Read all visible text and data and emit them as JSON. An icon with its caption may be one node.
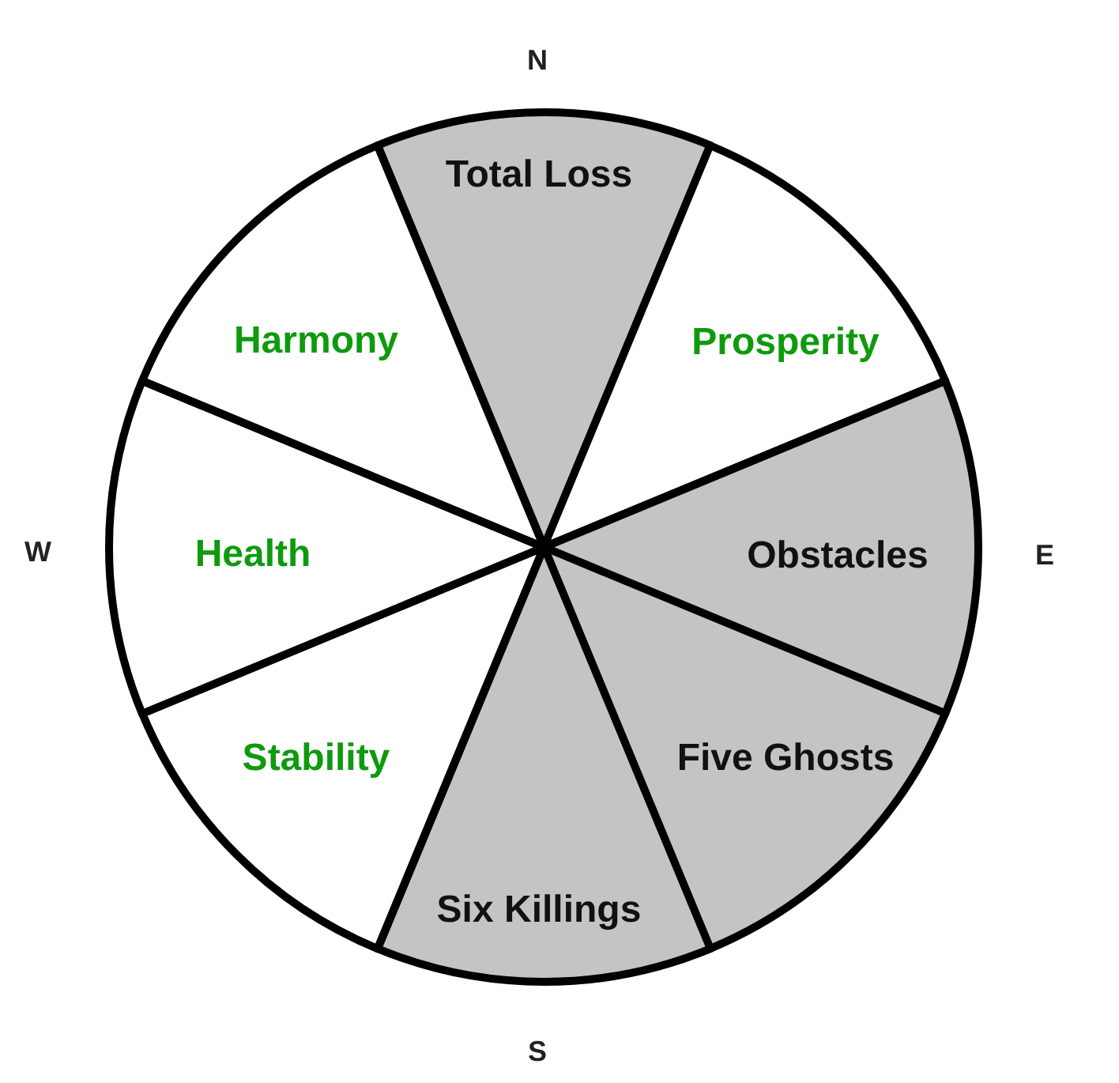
{
  "diagram": {
    "nodes": [
      {
        "text": [
          "Total Loss"
        ]
      },
      {
        "text": [
          "Prosperity"
        ]
      },
      {
        "text": [
          "Obstacles"
        ]
      },
      {
        "text": [
          "Five Ghosts"
        ]
      },
      {
        "text": [
          "Six Killings"
        ]
      },
      {
        "text": [
          "Stability"
        ]
      },
      {
        "text": [
          "Health"
        ]
      },
      {
        "text": [
          "Harmony"
        ]
      }
    ],
    "labels": [
      "N",
      "W",
      "E",
      "S"
    ]
  }
}
